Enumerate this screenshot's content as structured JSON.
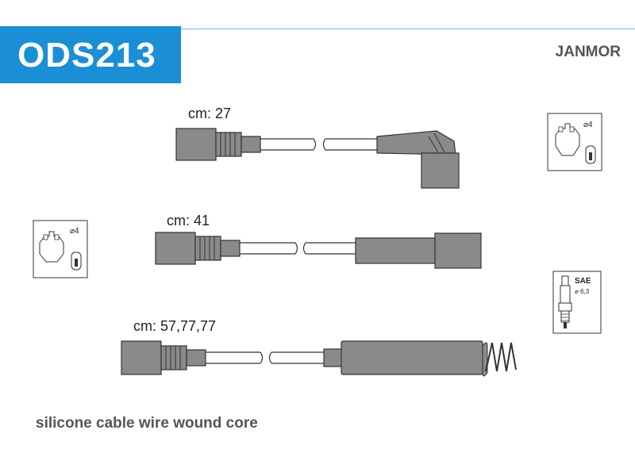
{
  "header": {
    "code": "ODS213",
    "brand": "JANMOR"
  },
  "cables": [
    {
      "length_label": "cm: 27"
    },
    {
      "length_label": "cm: 41"
    },
    {
      "length_label": "cm: 57,77,77"
    }
  ],
  "icons": {
    "distributor_top": {
      "diameter": "⌀4"
    },
    "distributor_left": {
      "diameter": "⌀4"
    },
    "spark_plug": {
      "standard": "SAE",
      "diameter": "⌀ 6,3"
    }
  },
  "footer": {
    "description": "silicone cable wire wound core"
  },
  "colors": {
    "badge": "#1a8fd6",
    "part_fill": "#8a8a8a",
    "outline": "#333333"
  }
}
